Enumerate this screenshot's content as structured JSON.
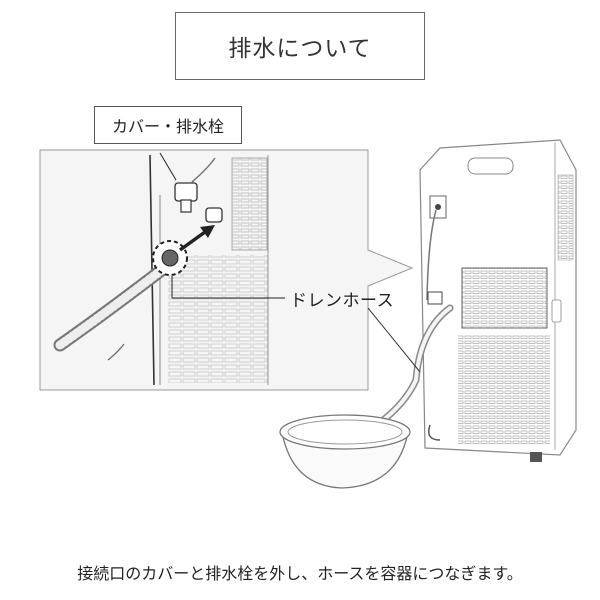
{
  "title": "排水について",
  "labels": {
    "cover_plug": "カバー・排水栓",
    "drain_hose": "ドレンホース"
  },
  "caption": "接続口のカバーと排水栓を外し、ホースを容器につなぎます。"
}
